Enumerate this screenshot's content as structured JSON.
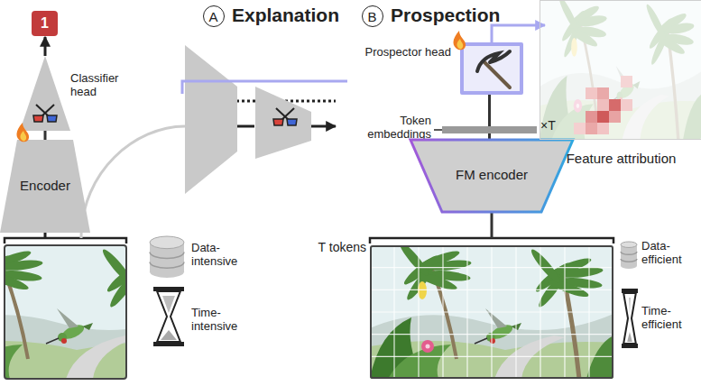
{
  "diagram": {
    "nodes": [
      {
        "text": [
          "1"
        ]
      },
      {
        "text": [
          "Classifier head"
        ]
      },
      {
        "text": [
          "Encoder"
        ]
      },
      {
        "text": [
          "A",
          "Explanation"
        ]
      },
      {
        "text": [
          "B",
          "Prospection"
        ]
      },
      {
        "text": [
          "Prospector head"
        ]
      },
      {
        "text": [
          "Token embeddings",
          "×T"
        ]
      },
      {
        "text": [
          "FM encoder"
        ]
      },
      {
        "text": [
          "T tokens"
        ]
      },
      {
        "text": [
          "Feature attribution"
        ]
      }
    ],
    "edges": [
      {
        "from": 1,
        "to": 0,
        "arrow": "to"
      },
      {
        "from": 2,
        "to": 1,
        "arrow": "none"
      },
      {
        "from": 7,
        "to": 6,
        "arrow": "none"
      },
      {
        "from": 6,
        "to": 5,
        "arrow": "none"
      },
      {
        "from": 5,
        "to": 9,
        "arrow": "to"
      },
      {
        "from": 8,
        "to": 7,
        "arrow": "none"
      }
    ],
    "labels": [
      "Data-intensive",
      "Time-intensive",
      "Data-efficient",
      "Time-efficient"
    ]
  }
}
